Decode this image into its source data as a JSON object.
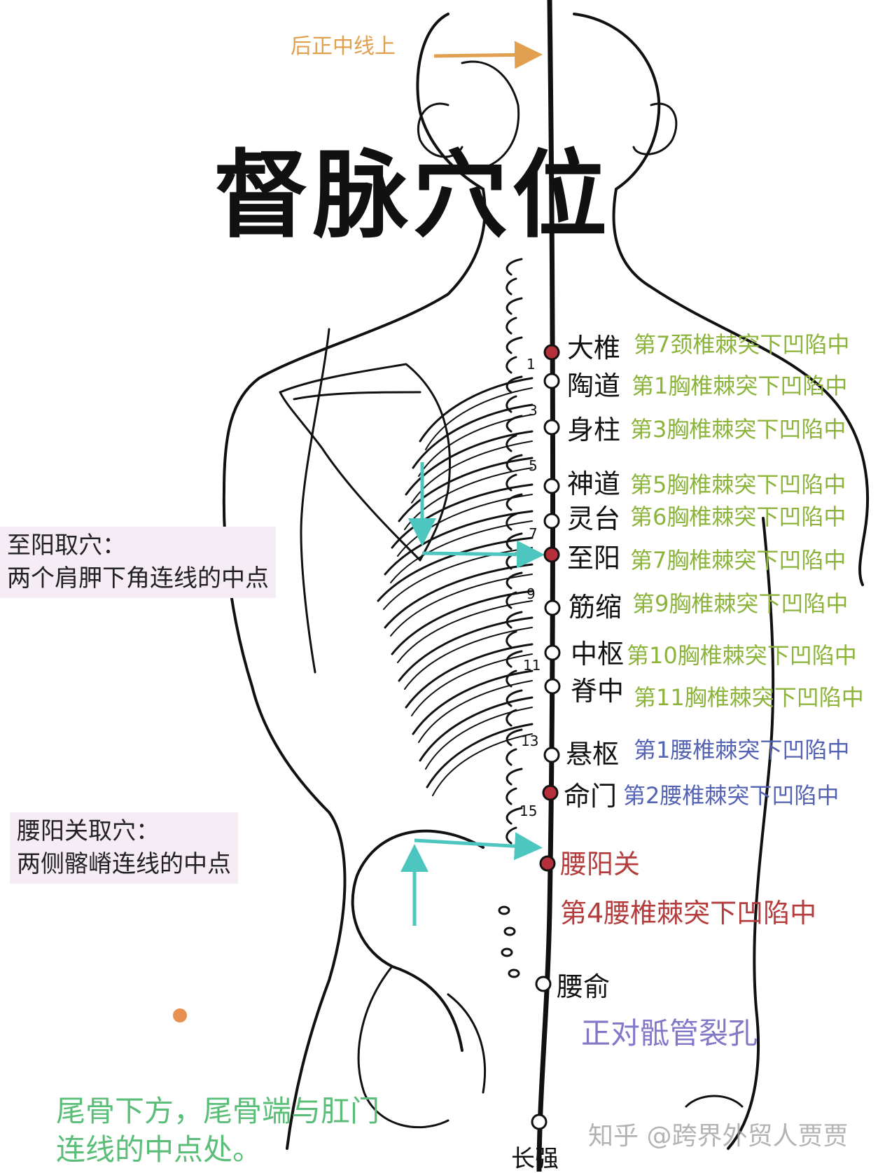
{
  "title": "督脉穴位",
  "midline_note": "后正中线上",
  "colors": {
    "outline": "#111111",
    "red_point": "#b5303a",
    "orange_note": "#e0a050",
    "green_text": "#8cb43c",
    "blue_text": "#5462b4",
    "red_text": "#b43c3c",
    "teal_arrow": "#4ec6c0",
    "lavender_text": "#8278c8",
    "bottom_green": "#5abe78",
    "note_bg": "#f5ecf5",
    "orange_dot": "#e89050"
  },
  "points": [
    {
      "name": "大椎",
      "desc": "第7颈椎棘突下凹陷中",
      "color": "green",
      "filled": true
    },
    {
      "name": "陶道",
      "desc": "第1胸椎棘突下凹陷中",
      "color": "green",
      "filled": false
    },
    {
      "name": "身柱",
      "desc": "第3胸椎棘突下凹陷中",
      "color": "green",
      "filled": false
    },
    {
      "name": "神道",
      "desc": "第5胸椎棘突下凹陷中",
      "color": "green",
      "filled": false
    },
    {
      "name": "灵台",
      "desc": "第6胸椎棘突下凹陷中",
      "color": "green",
      "filled": false
    },
    {
      "name": "至阳",
      "desc": "第7胸椎棘突下凹陷中",
      "color": "green",
      "filled": true
    },
    {
      "name": "筋缩",
      "desc": "第9胸椎棘突下凹陷中",
      "color": "green",
      "filled": false
    },
    {
      "name": "中枢",
      "desc": "第10胸椎棘突下凹陷中",
      "color": "green",
      "filled": false
    },
    {
      "name": "脊中",
      "desc": "第11胸椎棘突下凹陷中",
      "color": "green",
      "filled": false
    },
    {
      "name": "悬枢",
      "desc": "第1腰椎棘突下凹陷中",
      "color": "blue",
      "filled": false
    },
    {
      "name": "命门",
      "desc": "第2腰椎棘突下凹陷中",
      "color": "blue",
      "filled": true
    },
    {
      "name": "腰阳关",
      "desc": "第4腰椎棘突下凹陷中",
      "color": "red",
      "filled": true
    },
    {
      "name": "腰俞",
      "desc": "正对骶管裂孔",
      "color": "lavender",
      "filled": false
    },
    {
      "name": "长强",
      "desc": "",
      "color": "",
      "filled": false
    }
  ],
  "vertebra_numbers": [
    "1",
    "3",
    "5",
    "7",
    "9",
    "11",
    "13",
    "15"
  ],
  "notes": {
    "zhiyang": {
      "line1": "至阳取穴：",
      "line2": "两个肩胛下角连线的中点"
    },
    "yaoyangguan": {
      "line1": "腰阳关取穴：",
      "line2": "两侧髂嵴连线的中点"
    }
  },
  "bottom_note": {
    "line1": "尾骨下方，尾骨端与肛门",
    "line2": "连线的中点处。"
  },
  "watermark": "知乎 @跨界外贸人贾贾"
}
